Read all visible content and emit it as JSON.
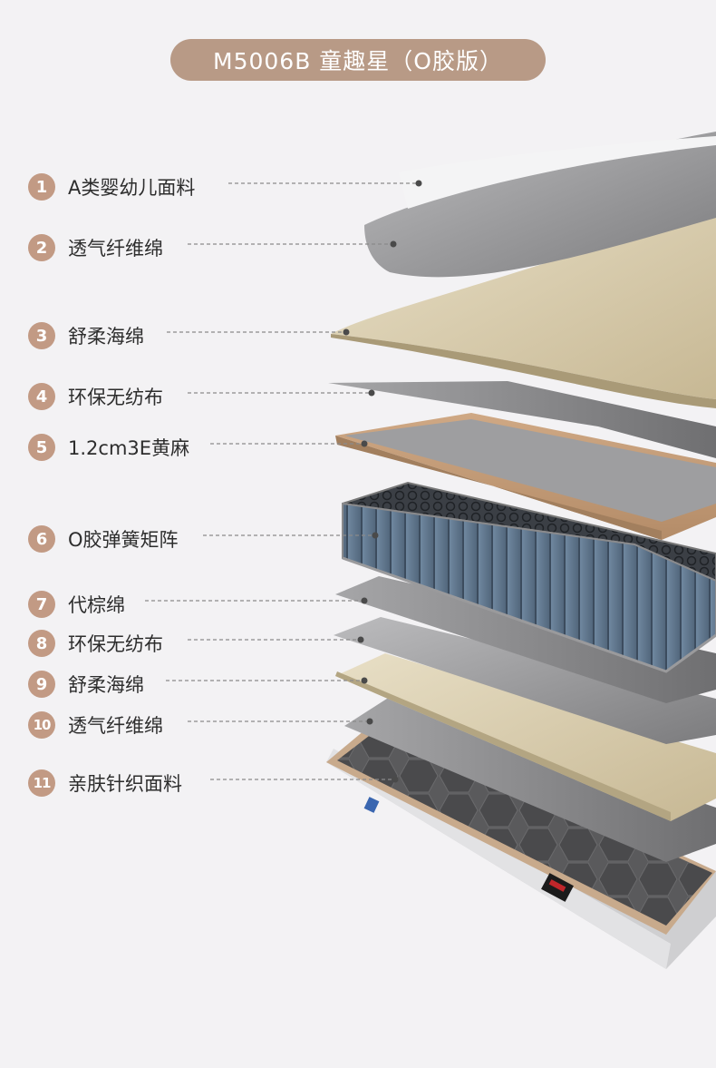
{
  "title": "M5006B 童趣星（O胶版）",
  "layers": [
    {
      "num": "1",
      "label": "A类婴幼儿面料"
    },
    {
      "num": "2",
      "label": "透气纤维绵"
    },
    {
      "num": "3",
      "label": "舒柔海绵"
    },
    {
      "num": "4",
      "label": "环保无纺布"
    },
    {
      "num": "5",
      "label": "1.2cm3E黄麻"
    },
    {
      "num": "6",
      "label": "O胶弹簧矩阵"
    },
    {
      "num": "7",
      "label": "代棕绵"
    },
    {
      "num": "8",
      "label": "环保无纺布"
    },
    {
      "num": "9",
      "label": "舒柔海绵"
    },
    {
      "num": "10",
      "label": "透气纤维绵"
    },
    {
      "num": "11",
      "label": "亲肤针织面料"
    }
  ],
  "colors": {
    "pill": "#b89a86",
    "badge": "#c29a84",
    "background": "#f3f2f4",
    "foam": "#d9cdb0",
    "felt": "#c4a07e",
    "spring_blue": "#5f7790",
    "sheet_gray": "#9c9c9e"
  }
}
